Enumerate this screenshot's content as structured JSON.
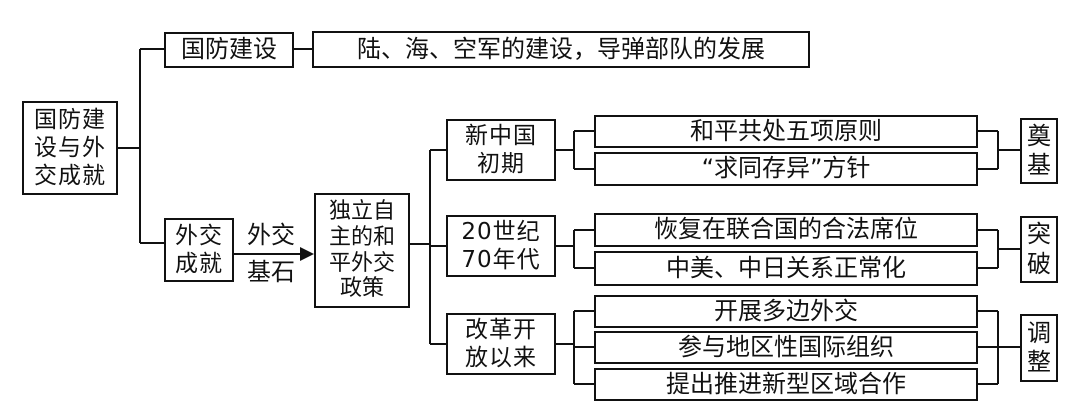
{
  "root": {
    "label": "国防建\n设与外\n交成就"
  },
  "defense": {
    "label": "国防建设",
    "detail": "陆、海、空军的建设，导弹部队的发展"
  },
  "diplomacy": {
    "label": "外交\n成就",
    "foundation_top": "外交",
    "foundation_bottom": "基石",
    "policy": "独立自\n主的和\n平外交\n政策"
  },
  "periods": [
    {
      "label": "新中国\n初期",
      "items": [
        "和平共处五项原则",
        "“求同存异”方针"
      ],
      "summary": "奠\n基"
    },
    {
      "label": "20世纪\n70年代",
      "items": [
        "恢复在联合国的合法席位",
        "中美、中日关系正常化"
      ],
      "summary": "突\n破"
    },
    {
      "label": "改革开\n放以来",
      "items": [
        "开展多边外交",
        "参与地区性国际组织",
        "提出推进新型区域合作"
      ],
      "summary": "调\n整"
    }
  ]
}
